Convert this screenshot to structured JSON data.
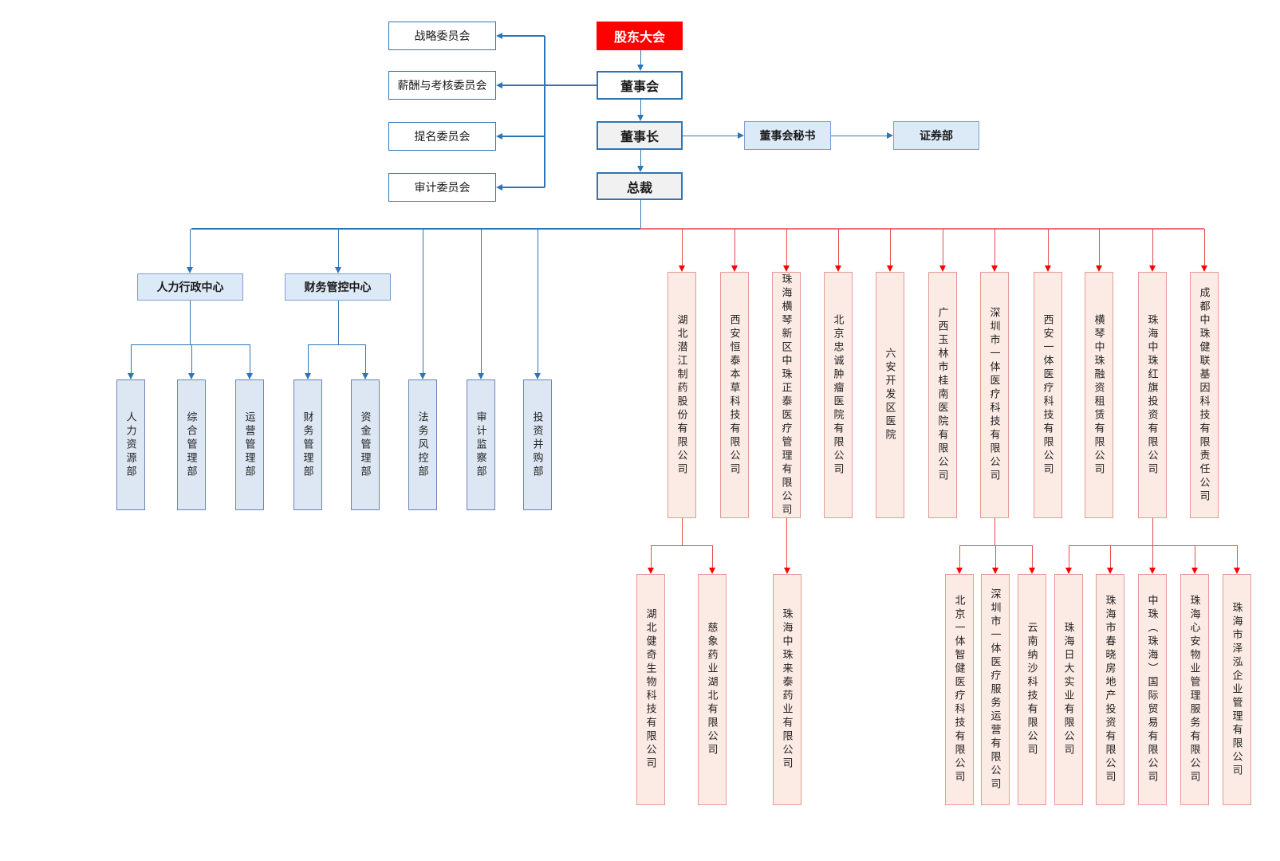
{
  "colors": {
    "accent_red": "#FF0000",
    "blue_border": "#2E75B6",
    "blue_line": "#2E75B6",
    "gray_fill": "#F1F1F1",
    "lightblue_fill": "#DCE9F7",
    "dept_fill": "#DCE7F3",
    "dept_border": "#6B84B8",
    "pink_fill": "#FCEBE4",
    "pink_border": "#E59A92",
    "red_rail": "#F26D6D",
    "red_line": "#E05050",
    "red_arrow": "#FF0000"
  },
  "nodes": {
    "shareholders": "股东大会",
    "board": "董事会",
    "chairman": "董事长",
    "president": "总裁",
    "secretary": "董事会秘书",
    "securities": "证券部",
    "committees": [
      "战略委员会",
      "薪酬与考核委员会",
      "提名委员会",
      "审计委员会"
    ],
    "centers": [
      "人力行政中心",
      "财务管控中心"
    ],
    "departments": [
      "人力资源部",
      "综合管理部",
      "运营管理部",
      "财务管理部",
      "资金管理部",
      "法务风控部",
      "审计监察部",
      "投资并购部"
    ],
    "subsidiaries": [
      {
        "name": "湖北潜江制药股份有限公司",
        "children": [
          "湖北健奇生物科技有限公司",
          "慈象药业湖北有限公司"
        ]
      },
      {
        "name": "西安恒泰本草科技有限公司",
        "children": []
      },
      {
        "name": "珠海横琴新区中珠正泰医疗管理有限公司",
        "children": [
          "珠海中珠来泰药业有限公司"
        ]
      },
      {
        "name": "北京忠诚肿瘤医院有限公司",
        "children": []
      },
      {
        "name": "六安开发区医院",
        "children": []
      },
      {
        "name": "广西玉林市桂南医院有限公司",
        "children": []
      },
      {
        "name": "深圳市一体医疗科技有限公司",
        "children": [
          "北京一体智健医疗科技有限公司",
          "深圳市一体医疗服务运营有限公司",
          "云南纳沙科技有限公司"
        ]
      },
      {
        "name": "西安一体医疗科技有限公司",
        "children": []
      },
      {
        "name": "横琴中珠融资租赁有限公司",
        "children": []
      },
      {
        "name": "珠海中珠红旗投资有限公司",
        "children": [
          "珠海日大实业有限公司",
          "珠海市春晓房地产投资有限公司",
          "中珠（珠海）国际贸易有限公司",
          "珠海心安物业管理服务有限公司",
          "珠海市泽泓企业管理有限公司"
        ]
      },
      {
        "name": "成都中珠健联基因科技有限责任公司",
        "children": []
      }
    ]
  }
}
